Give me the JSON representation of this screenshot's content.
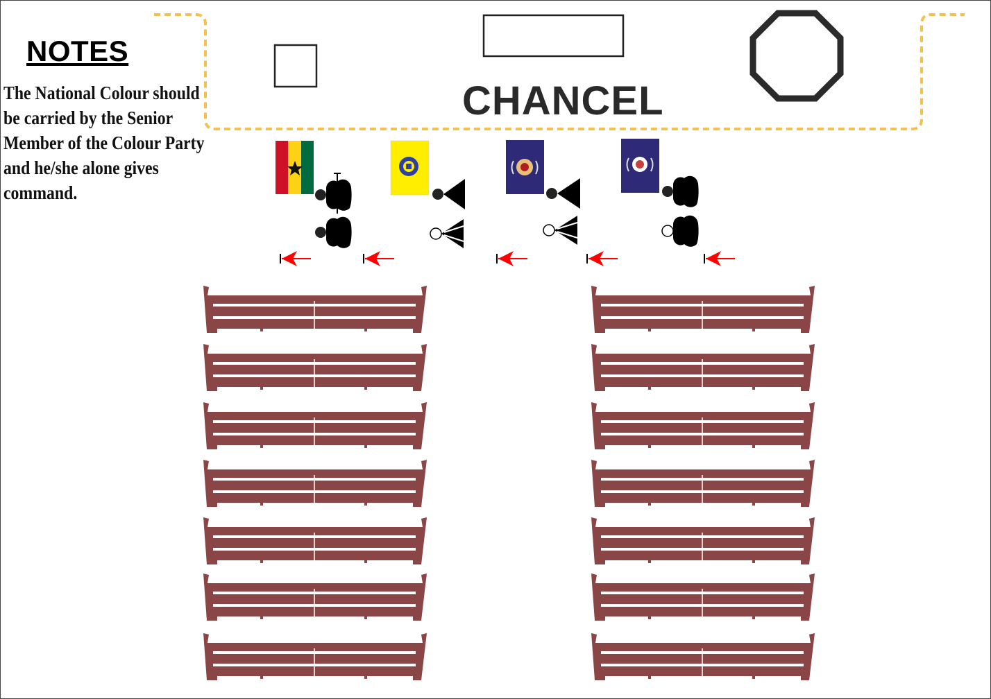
{
  "notes": {
    "title": "NOTES",
    "text": "The National Colour should be carried by the Senior Member of the Colour Party and he/she alone gives command."
  },
  "chancel": {
    "label": "CHANCEL"
  },
  "colors": {
    "chancel_border": "#f2c14e",
    "pew": "#8a4646",
    "arrow": "#ff0000",
    "flag_navy": "#2e2a78",
    "flag_yellow": "#ffee00",
    "ghana_red": "#ce1126",
    "ghana_gold": "#fcd116",
    "ghana_green": "#006b3f"
  },
  "flags": [
    {
      "name": "ghana-national-flag",
      "icon": "ghana-flag"
    },
    {
      "name": "yellow-organization-flag",
      "icon": "emblem-flag"
    },
    {
      "name": "navy-organization-flag",
      "icon": "emblem-flag"
    },
    {
      "name": "navy-organization-flag-2",
      "icon": "emblem-flag"
    }
  ],
  "pews": {
    "rows": 7,
    "columns": 2
  },
  "arrows": {
    "count": 5,
    "direction": "left"
  }
}
